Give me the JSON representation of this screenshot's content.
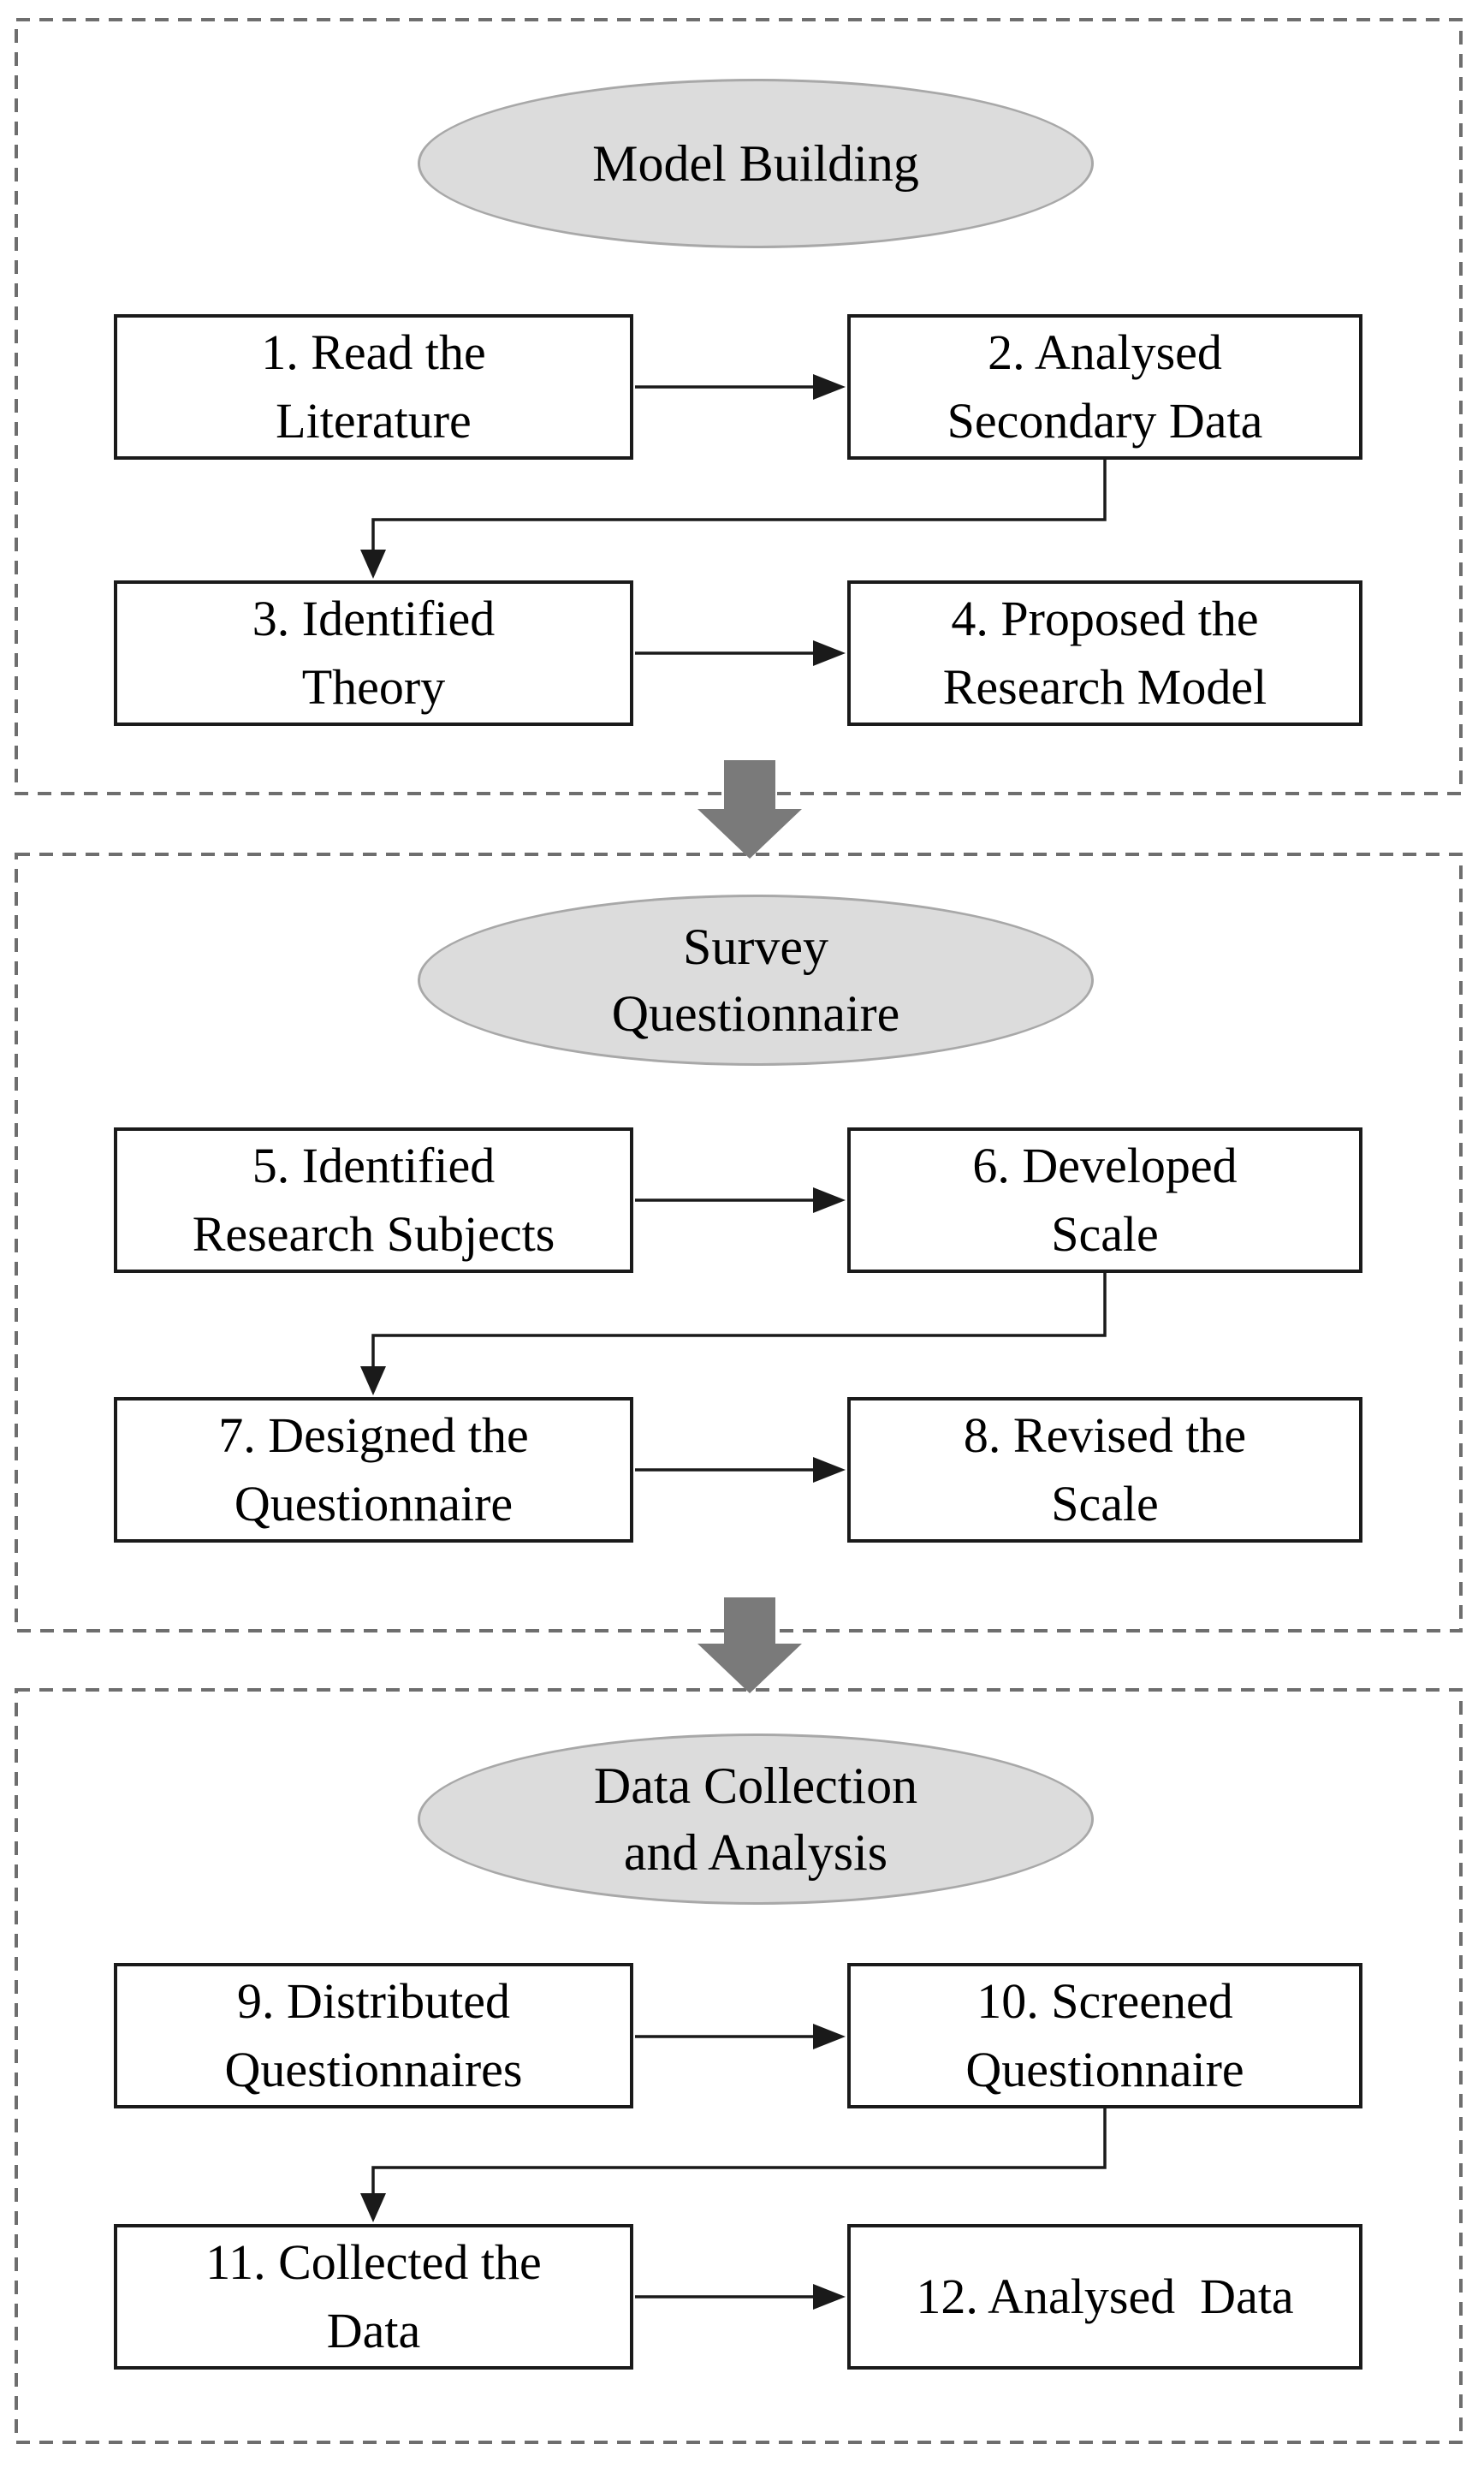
{
  "diagram": {
    "title": "Research process flowchart",
    "colors": {
      "ellipse_fill": "#dcdcdc",
      "ellipse_border": "#a8a8a8",
      "box_border": "#1a1a1a",
      "dashed_border": "#6e6e6e",
      "connector": "#1a1a1a",
      "stage_arrow": "#7a7a7a",
      "text": "#000000",
      "background": "#ffffff"
    },
    "sections": [
      {
        "name": "model-building",
        "stage_label": "Model Building",
        "boxes": [
          {
            "label": "1. Read the\nLiterature"
          },
          {
            "label": "2. Analysed\nSecondary Data"
          },
          {
            "label": "3. Identified\nTheory"
          },
          {
            "label": "4. Proposed the\nResearch Model"
          }
        ]
      },
      {
        "name": "survey-questionnaire",
        "stage_label": "Survey\nQuestionnaire",
        "boxes": [
          {
            "label": "5. Identified\nResearch Subjects"
          },
          {
            "label": "6. Developed\nScale"
          },
          {
            "label": "7. Designed the\nQuestionnaire"
          },
          {
            "label": "8. Revised the\nScale"
          }
        ]
      },
      {
        "name": "data-collection-and-analysis",
        "stage_label": "Data Collection\nand Analysis",
        "boxes": [
          {
            "label": "9. Distributed\nQuestionnaires"
          },
          {
            "label": "10. Screened\nQuestionnaire"
          },
          {
            "label": "11. Collected the\nData"
          },
          {
            "label": "12. Analysed  Data"
          }
        ]
      }
    ]
  }
}
